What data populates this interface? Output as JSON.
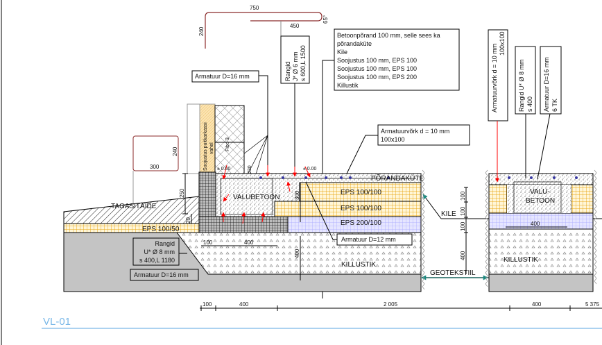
{
  "drawing": {
    "sheet_label": "VL-01",
    "bar_shape": {
      "top_length": "750",
      "leg_length": "240",
      "inner_length": "450",
      "angle": "65°"
    },
    "bar_shape_small": {
      "height": "240",
      "width": "300"
    },
    "callouts": {
      "rangid_top": [
        "Rangid",
        "J* Ø 6 mm",
        "s 600,L 1500"
      ],
      "floor_layers": [
        "Betoonpõrand 100 mm, selle sees ka",
        "põrandaküte",
        "Kile",
        "Soojustus 100 mm, EPS 100",
        "Soojustus 100 mm, EPS 100",
        "Soojustus 100 mm, EPS 200",
        "Killustik"
      ],
      "armatuur_16_top": "Armatuur D=16 mm",
      "armatuurvork": [
        "Armatuurvõrk d =  10 mm",
        "100x100"
      ],
      "rangid_left": [
        "Rangid",
        "U* Ø 8 mm",
        "s 400,L 1180"
      ],
      "armatuur_16_bottom": "Armatuur D=16 mm",
      "armatuur_12": "Armatuur D=12 mm",
      "right_armatuurvork": [
        "Armatuurvõrk d =  10 mm",
        "100x100"
      ],
      "right_rangid": [
        "Rangid U* Ø 8 mm",
        "s 400"
      ],
      "right_armatuur": [
        "Armatuur D=16 mm",
        "6 TK"
      ]
    },
    "materials": {
      "wall_insulation": [
        "Soojustus puitkarkassi",
        "vahel"
      ],
      "wall_block": "Fibo-3",
      "backfill": "TAGASITÄIDE",
      "eps_outer": "EPS 100/50",
      "foundation": "VALUBETOON",
      "floor_heating": "PÕRANDAKÜTE",
      "eps1": "EPS 100/100",
      "eps2": "EPS 100/100",
      "eps3": "EPS 200/100",
      "gravel": "KILLUSTIK",
      "gravel_right": "KILLUSTIK",
      "membrane": "KILE",
      "geotextile": "GEOTEKSTIIL",
      "beam_right": [
        "VALU-",
        "BETOON"
      ]
    },
    "levels": [
      "± 0.00",
      "± 0.00"
    ],
    "dimensions": {
      "foundation_height": "250",
      "step": "20",
      "beam_h": "230",
      "eps_h": "300",
      "gravel_h": "400",
      "inner_100": "100",
      "inner_400": "400",
      "right_dims": [
        "100",
        "100",
        "100",
        "400"
      ],
      "right_400": "400",
      "bottom": [
        "100",
        "400",
        "2 005",
        "400",
        "5 375"
      ]
    },
    "colors": {
      "eps": "#e8a410",
      "eps_bg": "#fff6d8",
      "eps200": "#a8a8ff",
      "ground": "#c4c4c4",
      "arrow": "#ff0000",
      "geo": "#1a8a80",
      "sheet": "#7ab8e8",
      "bar": "#8b2a2a"
    }
  }
}
